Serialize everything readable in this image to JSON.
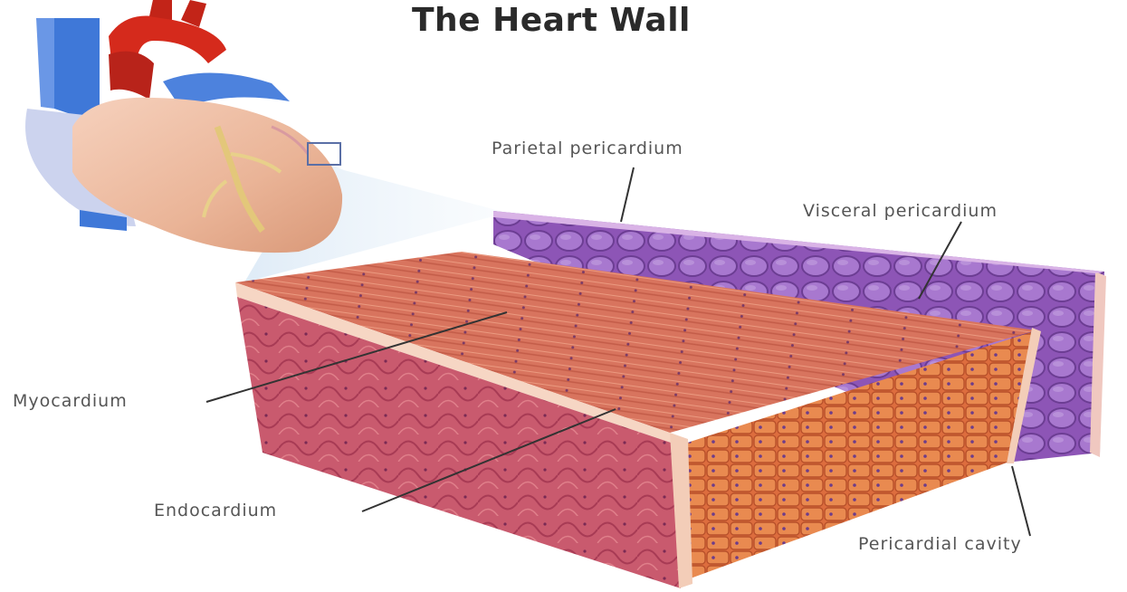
{
  "title": "The Heart Wall",
  "labels": {
    "parietal": "Parietal pericardium",
    "visceral": "Visceral pericardium",
    "myocardium": "Myocardium",
    "endocardium": "Endocardium",
    "cavity": "Pericardial cavity"
  },
  "colors": {
    "myocardium_top": "#d8745e",
    "myocardium_front": "#c94f6a",
    "myocardium_side": "#d96a3f",
    "pericardium": "#8d55b6",
    "endocardium": "#f6d6c4",
    "aorta": "#d52a1c",
    "vena_cava": "#3f78d8",
    "heart_body": "#eebca2"
  },
  "icons": {
    "heart": "heart-illustration",
    "tissue": "heart-wall-tissue-block"
  }
}
